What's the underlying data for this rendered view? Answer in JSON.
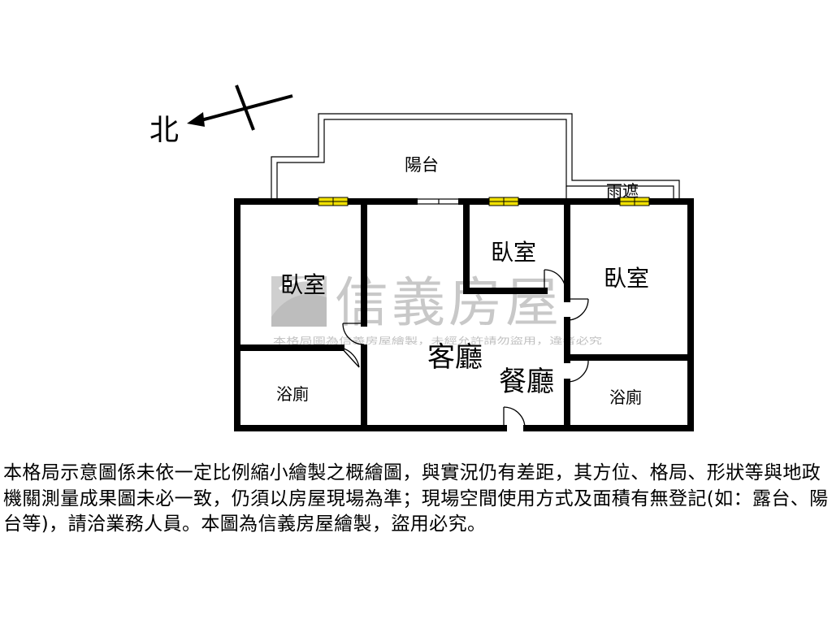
{
  "compass": {
    "label": "北",
    "icon": "north-arrow-icon"
  },
  "rooms": {
    "balcony": "陽台",
    "canopy": "雨遮",
    "bedroom_left": "臥室",
    "bedroom_small": "臥室",
    "bedroom_right": "臥室",
    "living_room": "客廳",
    "dining_room": "餐廳",
    "bath_left": "浴廁",
    "bath_right": "浴廁"
  },
  "watermark": {
    "brand": "信義房屋",
    "note": "本格局圖為信義房屋繪製，未經允許請勿盜用，違者必究",
    "icon": "sinyi-logo-icon"
  },
  "disclaimer": "本格局示意圖係未依一定比例縮小繪製之概繪圖，與實況仍有差距，其方位、格局、形狀等與地政機關測量成果圖未必一致，仍須以房屋現場為準；現場空間使用方式及面積有無登記(如：露台、陽台等)，請洽業務人員。本圖為信義房屋繪製，盜用必究。",
  "colors": {
    "wall": "#000000",
    "window": "#f0e000",
    "watermark": "#c8c8c8",
    "background": "#ffffff"
  }
}
